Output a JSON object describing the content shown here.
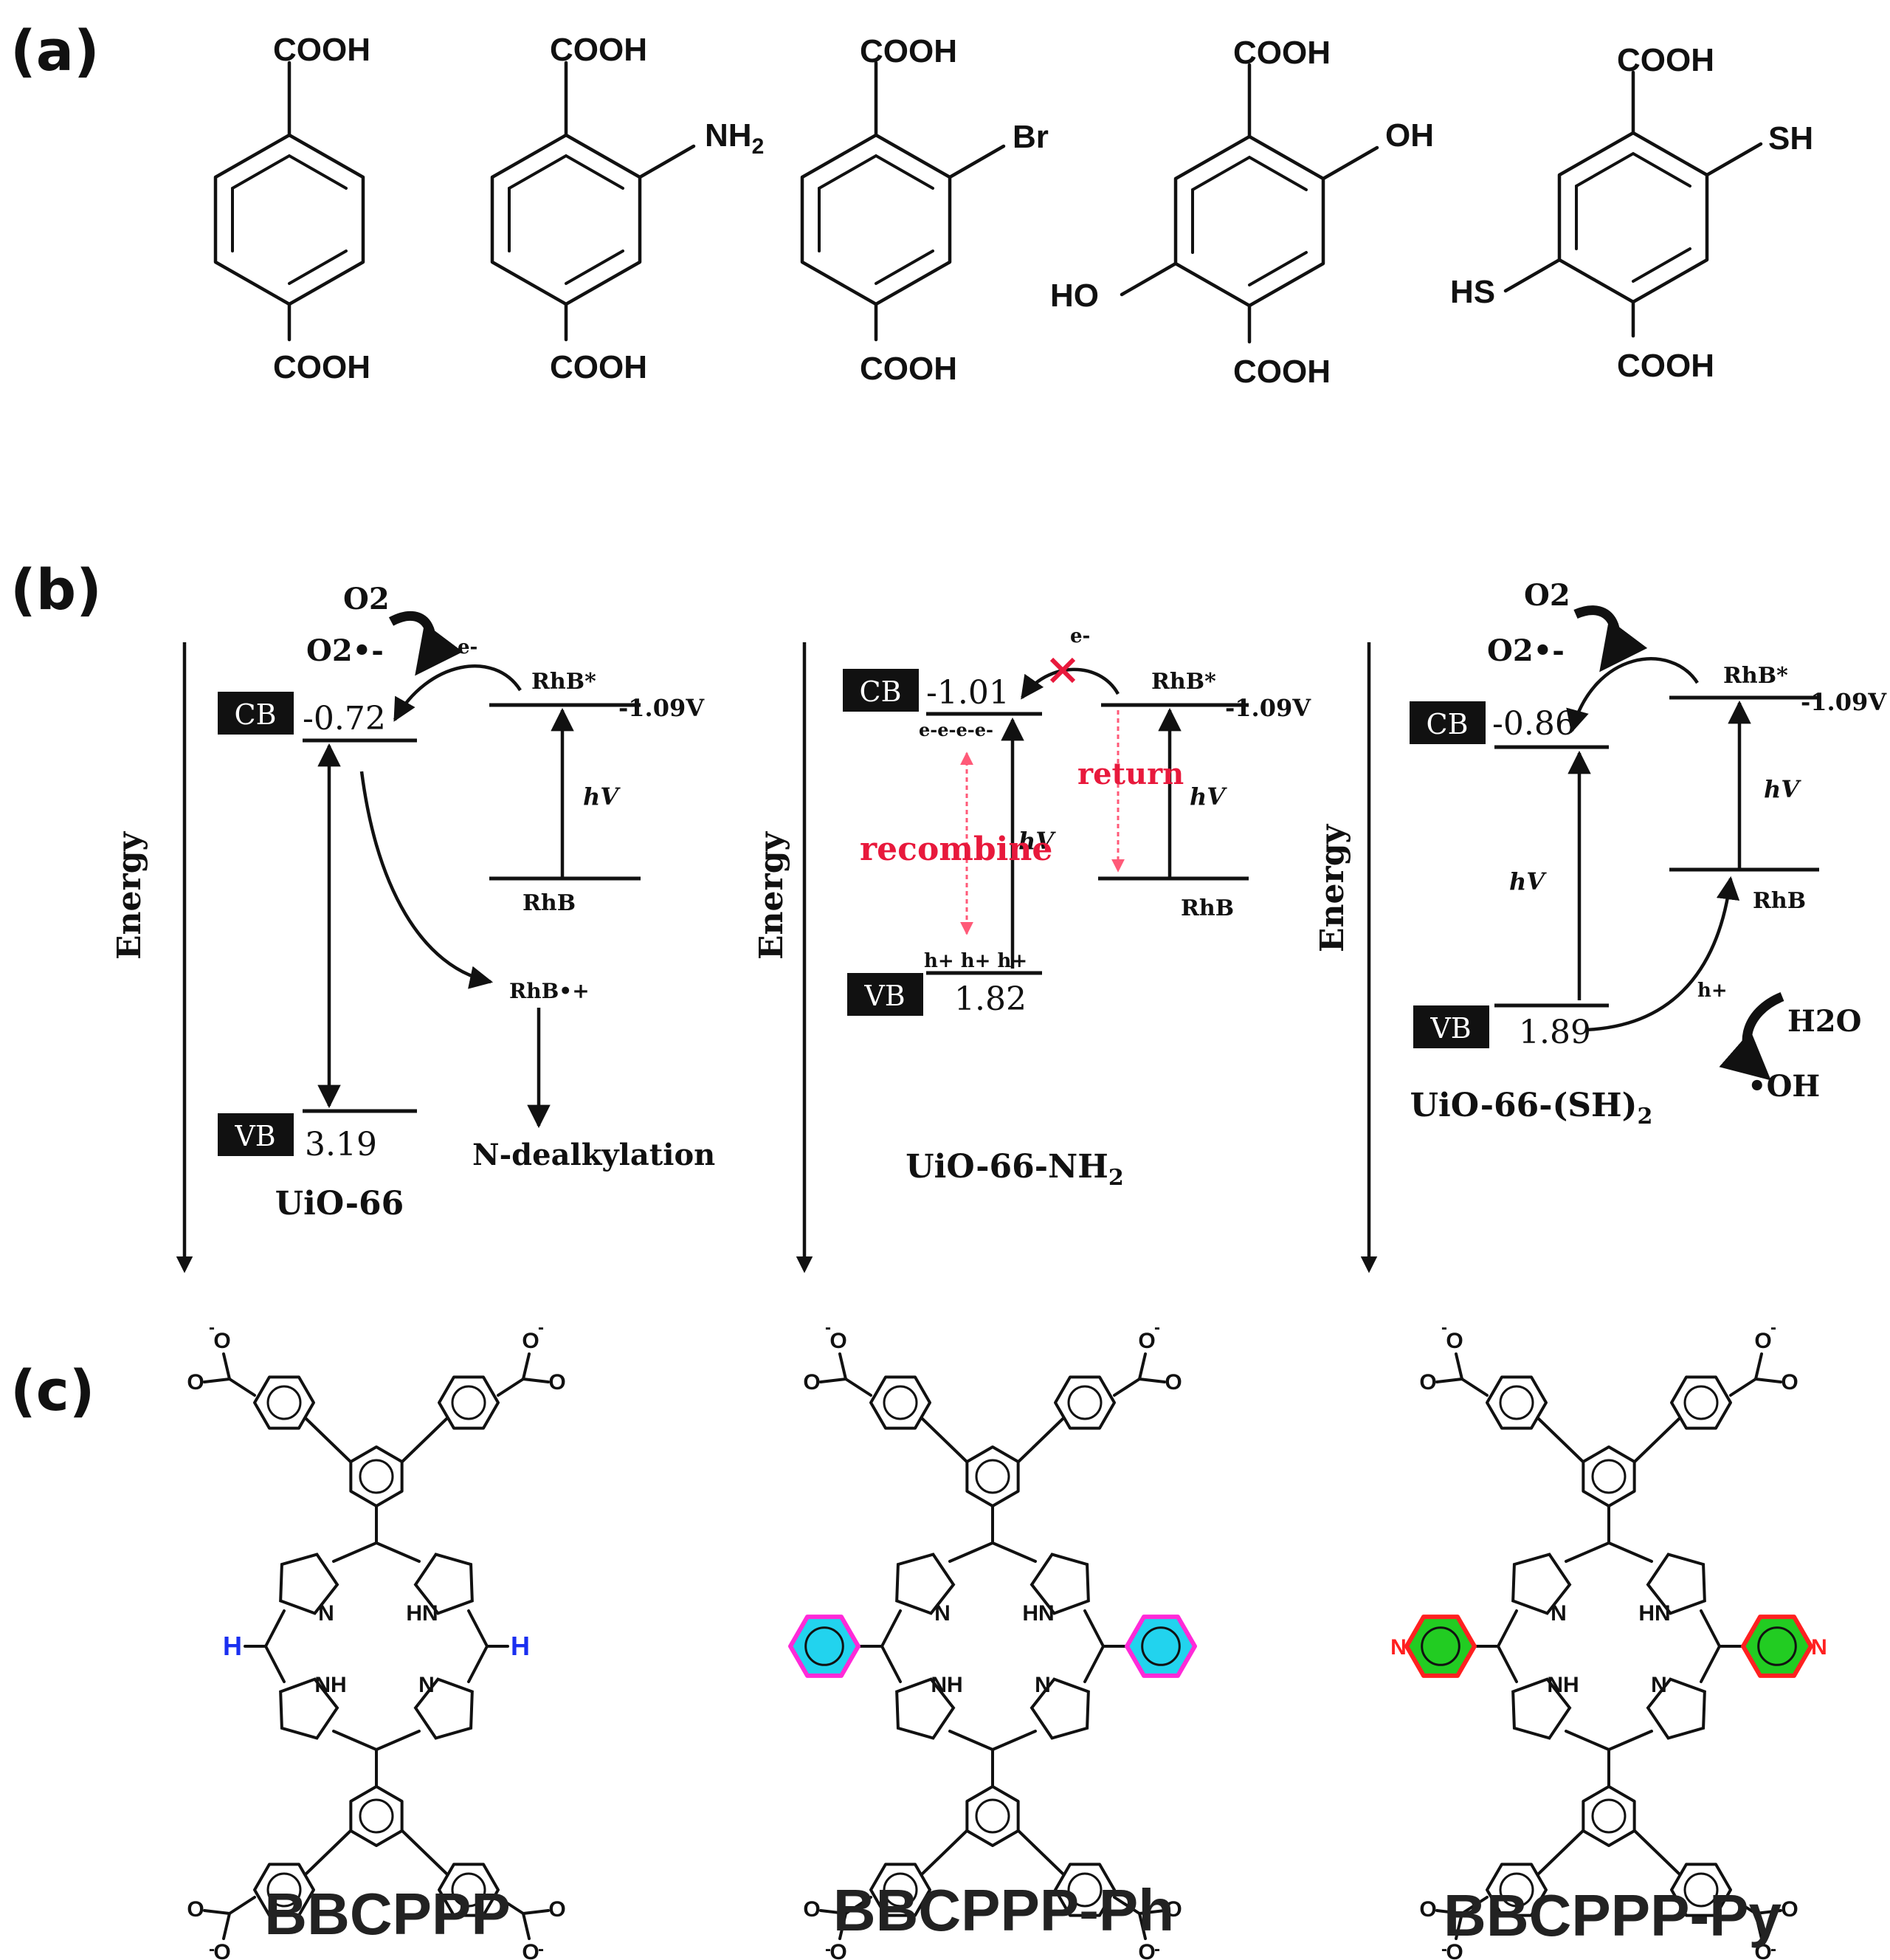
{
  "panels": {
    "a": "(a)",
    "b": "(b)",
    "c": "(c)"
  },
  "panel_a": {
    "acid_group": "COOH",
    "sub_nh2": "NH",
    "sub_nh2_sub": "2",
    "sub_br": "Br",
    "sub_oh": "OH",
    "sub_ho": "HO",
    "sub_sh": "SH",
    "sub_hs": "HS"
  },
  "panel_b": {
    "energy_label": "Energy",
    "cb_label": "CB",
    "vb_label": "VB",
    "rhb_star": "RhB*",
    "rhb": "RhB",
    "rhb_radical": "RhB•+",
    "rhb_potential": "-1.09V",
    "hv": "hV",
    "o2": "O2",
    "superoxide": "O2•-",
    "electron": "e-",
    "hole": "h+",
    "water": "H2O",
    "hydroxyl": "•OH",
    "n_dealkylation": "N-dealkylation",
    "recombine": "recombine",
    "return": "return",
    "electrons_row": "e-e-e-e-",
    "holes_row": "h+ h+ h+",
    "diagram1": {
      "name": "UiO-66",
      "cb_value": "-0.72",
      "vb_value": "3.19"
    },
    "diagram2": {
      "name": "UiO-66-NH2",
      "cb_value": "-1.01",
      "vb_value": "1.82"
    },
    "diagram3": {
      "name": "UiO-66-(SH)2",
      "cb_value": "-0.86",
      "vb_value": "1.89"
    }
  },
  "panel_c": {
    "compound1": "BBCPPP",
    "compound2": "BBCPPP-Ph",
    "compound3": "BBCPPP-Py",
    "meso_h": "H",
    "nh": "NH",
    "hn": "HN",
    "n": "N",
    "carboxylate_o": "O",
    "minus": "-",
    "ph_color": "#22d3ee",
    "ph_border": "#ff2ad8",
    "py_color": "#22cc22",
    "py_border": "#ff2020",
    "h_color": "#1a2ff0"
  }
}
